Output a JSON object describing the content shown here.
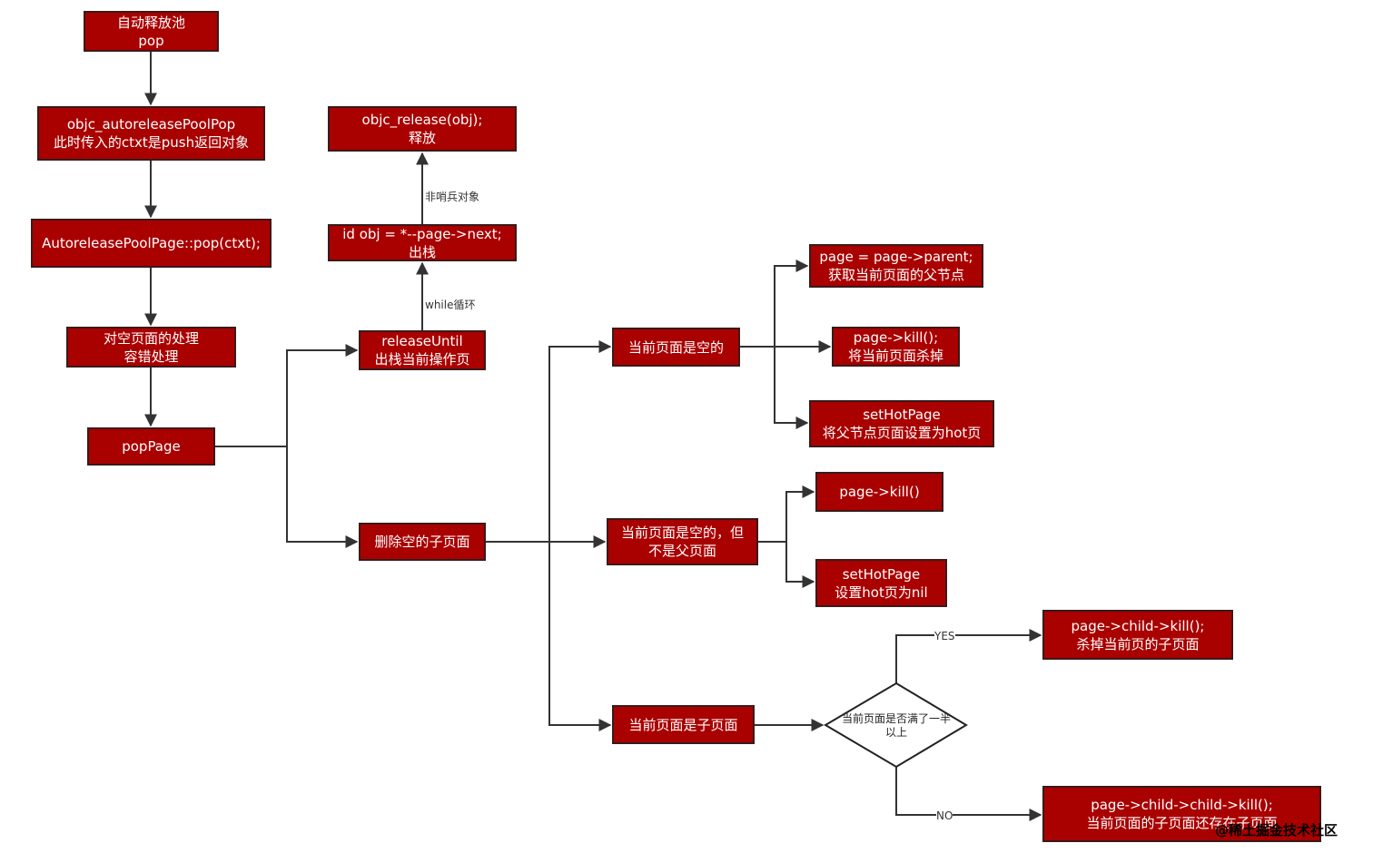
{
  "nodes": {
    "autorelease_pool_pop": [
      "自动释放池",
      "pop"
    ],
    "objc_pool_pop": [
      "objc_autoreleasePoolPop",
      "此时传入的ctxt是push返回对象"
    ],
    "page_pop": [
      "AutoreleasePoolPage::pop(ctxt);"
    ],
    "empty_page_handling": [
      "对空页面的处理",
      "容错处理"
    ],
    "pop_page": [
      "popPage"
    ],
    "objc_release": [
      "objc_release(obj);",
      "释放"
    ],
    "id_obj_next": [
      "id obj = *--page->next;",
      "出栈"
    ],
    "release_until": [
      "releaseUntil",
      "出栈当前操作页"
    ],
    "delete_empty_child": [
      "删除空的子页面"
    ],
    "current_page_empty": [
      "当前页面是空的"
    ],
    "page_parent": [
      "page = page->parent;",
      "获取当前页面的父节点"
    ],
    "page_kill": [
      "page->kill();",
      "将当前页面杀掉"
    ],
    "set_hot_page_parent": [
      "setHotPage",
      "将父节点页面设置为hot页"
    ],
    "empty_not_parent": [
      "当前页面是空的，但",
      "不是父页面"
    ],
    "page_kill_plain": [
      "page->kill()"
    ],
    "set_hot_page_nil": [
      "setHotPage",
      "设置hot页为nil"
    ],
    "current_is_child": [
      "当前页面是子页面"
    ],
    "child_kill": [
      "page->child->kill();",
      "杀掉当前页的子页面"
    ],
    "child_child_kill": [
      "page->child->child->kill();",
      "当前页面的子页面还存在子页面"
    ]
  },
  "decision": [
    "当前页面是否满了一半",
    "以上"
  ],
  "edge_labels": {
    "not_sentinel": "非哨兵对象",
    "while_loop": "while循环",
    "yes": "YES",
    "no": "NO"
  },
  "watermark": "@稀土掘金技术社区",
  "colors": {
    "box_fill": "#a90000",
    "box_border": "#3a1a1a",
    "line": "#333333"
  }
}
